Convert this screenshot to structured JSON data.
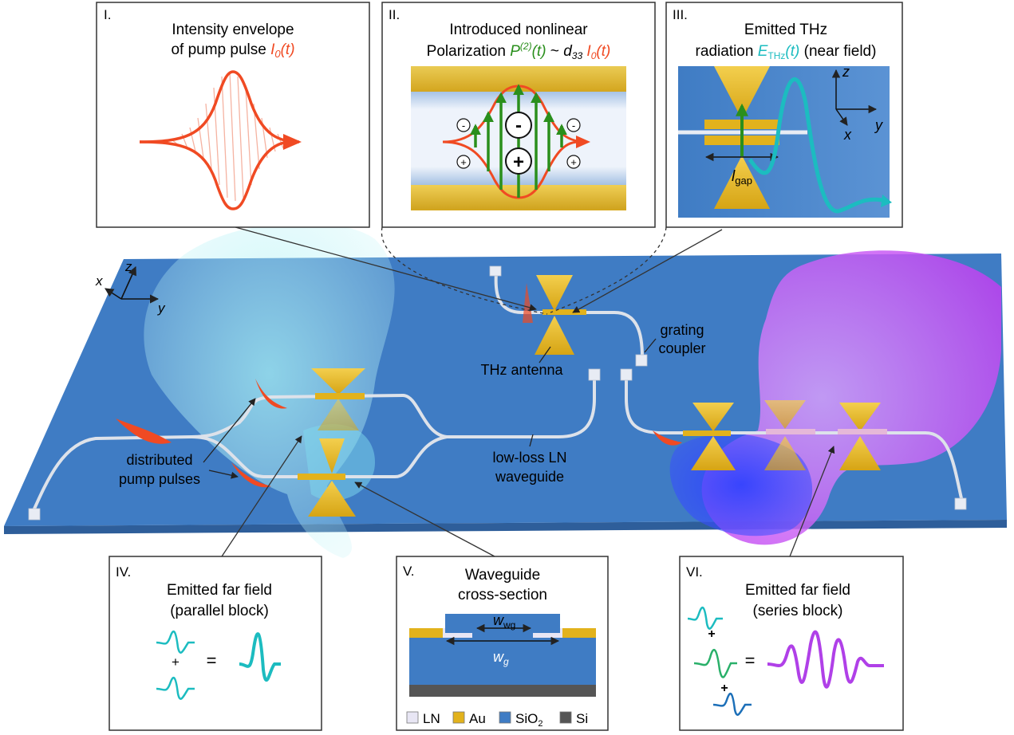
{
  "panels": {
    "p1": {
      "num": "I.",
      "line1": "Intensity envelope",
      "line2_pre": "of pump pulse ",
      "line2_sym": "I",
      "line2_sub": "0",
      "line2_post": "(t)"
    },
    "p2": {
      "num": "II.",
      "line1": "Introduced nonlinear",
      "line2_pre": "Polarization ",
      "sym_p": "P",
      "sup_p": "(2)",
      "p_t": "(t)",
      "tilde": " ~ ",
      "sym_d": "d",
      "sub_d": "33",
      "sym_i": " I",
      "sub_i": "0",
      "i_t": "(t)",
      "minus": "-",
      "plus": "+",
      "minus_small": "-",
      "plus_small": "+"
    },
    "p3": {
      "num": "III.",
      "line1": "Emitted THz",
      "line2_pre": "radiation ",
      "sym_e": "E",
      "sub_e": "THz",
      "e_t": "(t)",
      "line2_post": " (near field)",
      "gap_sym": "l",
      "gap_sub": "gap",
      "ax_z": "z",
      "ax_x": "x",
      "ax_y": "y"
    },
    "p4": {
      "num": "IV.",
      "line1": "Emitted far field",
      "line2": "(parallel block)",
      "plus": "+",
      "eq": "="
    },
    "p5": {
      "num": "V.",
      "line1": "Waveguide",
      "line2": "cross-section",
      "wwg_sym": "w",
      "wwg_sub": "wg",
      "wg_sym": "w",
      "wg_sub": "g",
      "legend": [
        {
          "label": "LN",
          "color": "#e8e6f4"
        },
        {
          "label": "Au",
          "color": "#e2b21c"
        },
        {
          "label": "SiO",
          "sub": "2",
          "color": "#3f7cc4"
        },
        {
          "label": "Si",
          "color": "#555555"
        }
      ]
    },
    "p6": {
      "num": "VI.",
      "line1": "Emitted far field",
      "line2": "(series block)",
      "plus": "+",
      "eq": "="
    }
  },
  "labels": {
    "distributed_1": "distributed",
    "distributed_2": "pump pulses",
    "lowloss_1": "low-loss LN",
    "lowloss_2": "waveguide",
    "thz_antenna": "THz antenna",
    "grating_1": "grating",
    "grating_2": "coupler",
    "ax_x": "x",
    "ax_y": "y",
    "ax_z": "z"
  },
  "colors": {
    "pulse": "#f04a23",
    "polarization": "#2a8f1c",
    "thz": "#1cbcc0",
    "gold": "#e2b21c",
    "substrate": "#3f7cc4",
    "purple": "#b040e8",
    "blue_wave": "#1c6fb8",
    "green_wave": "#2ab06a"
  }
}
